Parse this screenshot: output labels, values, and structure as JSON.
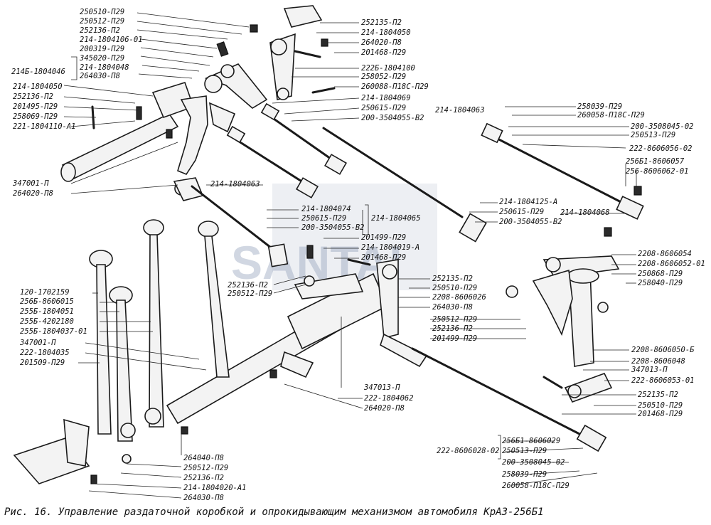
{
  "caption": "Рис. 16. Управление раздаточной коробкой и опрокидывающим механизмом автомобиля КрАЗ-256Б1",
  "watermark": "SANTAI",
  "colors": {
    "ink": "#1a1a1a",
    "watermark": "#9aa7bf"
  },
  "labels": [
    "250510-П29",
    "250512-П29",
    "252136-П2",
    "214-1804106-01",
    "200319-П29",
    "345020-П29",
    "214Б-1804046",
    "214-1804048",
    "264030-П8",
    "214-1804050",
    "252136-П2",
    "201495-П29",
    "258069-П29",
    "221-1804110-А1",
    "347001-П",
    "264020-П8",
    "252135-П2",
    "214-1804050",
    "264020-П8",
    "201468-П29",
    "222Б-1804100",
    "258052-П29",
    "260088-П18С-П29",
    "214-1804069",
    "250615-П29",
    "200-3504055-В2",
    "214-1804063",
    "258039-П29",
    "260058-П18С-П29",
    "200-3508045-02",
    "250513-П29",
    "222-8606056-02",
    "256Б1-8606057",
    "256-8606062-01",
    "214-1804063",
    "214-1804074",
    "250615-П29",
    "200-3504055-В2",
    "214-1804065",
    "214-1804125-А",
    "250615-П29",
    "200-3504055-В2",
    "214-1804068",
    "201499-П29",
    "214-1804019-А",
    "201468-П29",
    "252136-П2",
    "250512-П29",
    "252135-П2",
    "250510-П29",
    "2208-8606026",
    "264030-П8",
    "250512-П29",
    "252136-П2",
    "201499-П29",
    "2208-8606054",
    "2208-8606052-01",
    "250868-П29",
    "258040-П29",
    "120-1702159",
    "256Б-8606015",
    "255Б-1804051",
    "255Б-4202180",
    "255Б-1804037-01",
    "347001-П",
    "222-1804035",
    "201509-П29",
    "347013-П",
    "222-1804062",
    "264020-П8",
    "2208-8606050-Б",
    "2208-8606048",
    "347013-П",
    "222-8606053-01",
    "252135-П2",
    "250510-П29",
    "201468-П29",
    "264040-П8",
    "250512-П29",
    "252136-П2",
    "214-1804020-А1",
    "264030-П8",
    "256Б1-8606029",
    "222-8606028-02",
    "250513-П29",
    "200-3508045-02",
    "258039-П29",
    "260058-П18С-П29"
  ]
}
